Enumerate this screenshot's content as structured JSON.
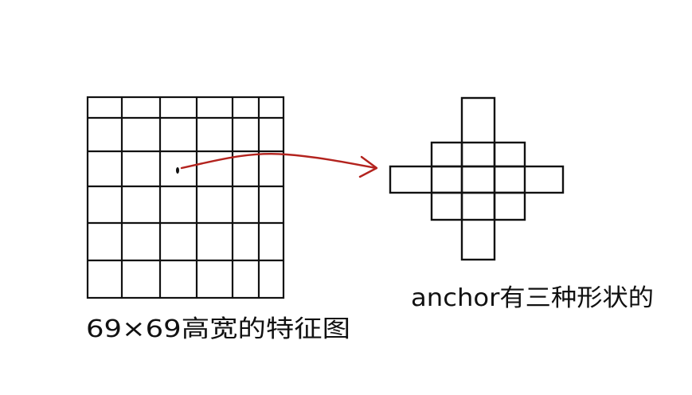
{
  "feature_map": {
    "caption": "69×69高宽的特征图",
    "grid_rows": 6,
    "grid_cols": 6
  },
  "anchor": {
    "caption": "anchor有三种形状的",
    "shape_count": 3
  },
  "colors": {
    "ink": "#111111",
    "arrow": "#b3231e",
    "background": "#ffffff"
  }
}
